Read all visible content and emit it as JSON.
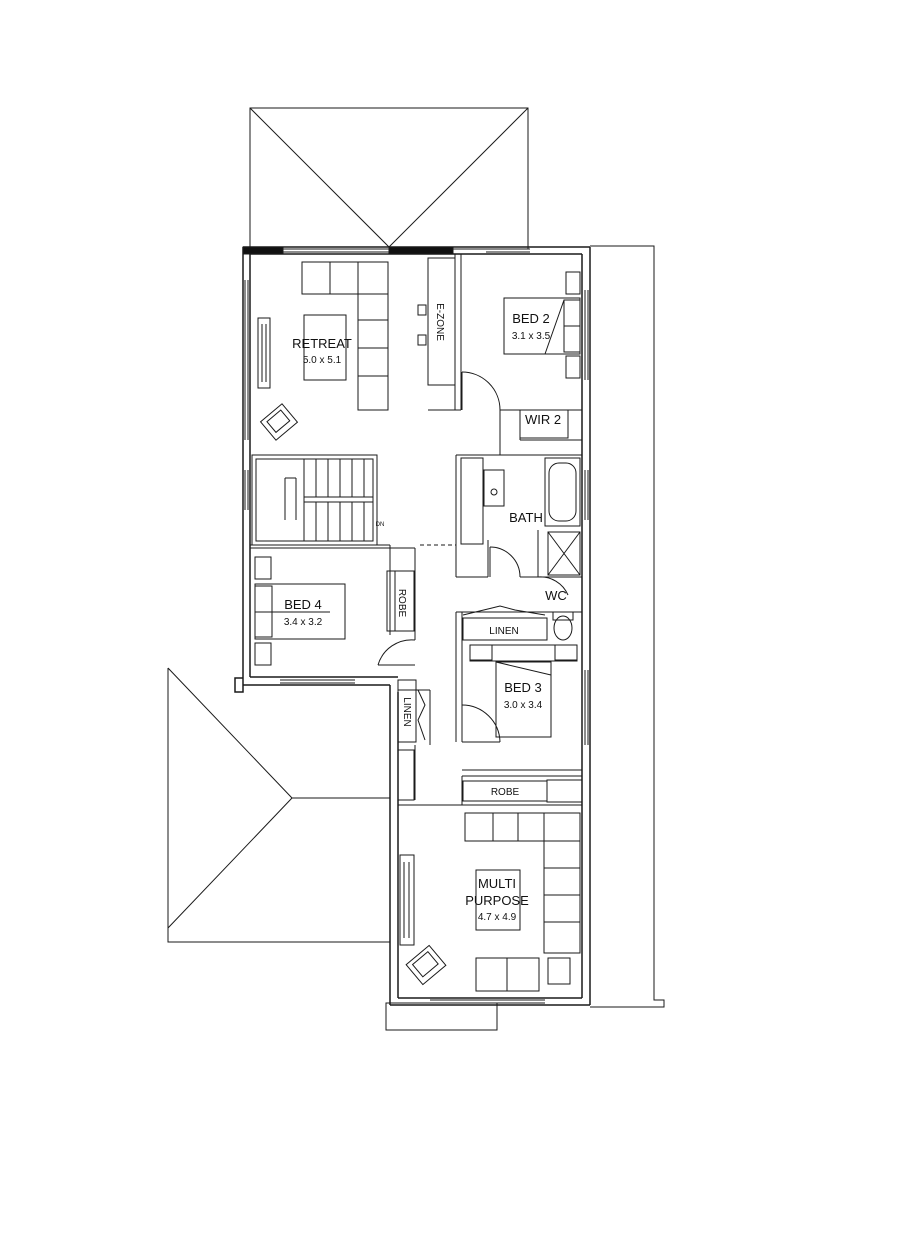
{
  "colors": {
    "line": "#1a1a1a",
    "wall": "#1a1a1a",
    "background": "#ffffff",
    "window_dark": "#111111"
  },
  "rooms": {
    "retreat": {
      "name": "RETREAT",
      "size": "5.0 x 5.1"
    },
    "bed2": {
      "name": "BED 2",
      "size": "3.1 x 3.5"
    },
    "wir2": {
      "name": "WIR 2"
    },
    "bath": {
      "name": "BATH"
    },
    "wc": {
      "name": "WC"
    },
    "bed4": {
      "name": "BED 4",
      "size": "3.4 x 3.2"
    },
    "bed3": {
      "name": "BED 3",
      "size": "3.0 x 3.4"
    },
    "multi": {
      "name_line1": "MULTI",
      "name_line2": "PURPOSE",
      "size": "4.7 x 4.9"
    }
  },
  "labels": {
    "ezone": "E-ZONE",
    "robe_bed4": "ROBE",
    "linen_bath": "LINEN",
    "linen_hall": "LINEN",
    "robe_bed3": "ROBE",
    "stair_dn": "DN"
  }
}
